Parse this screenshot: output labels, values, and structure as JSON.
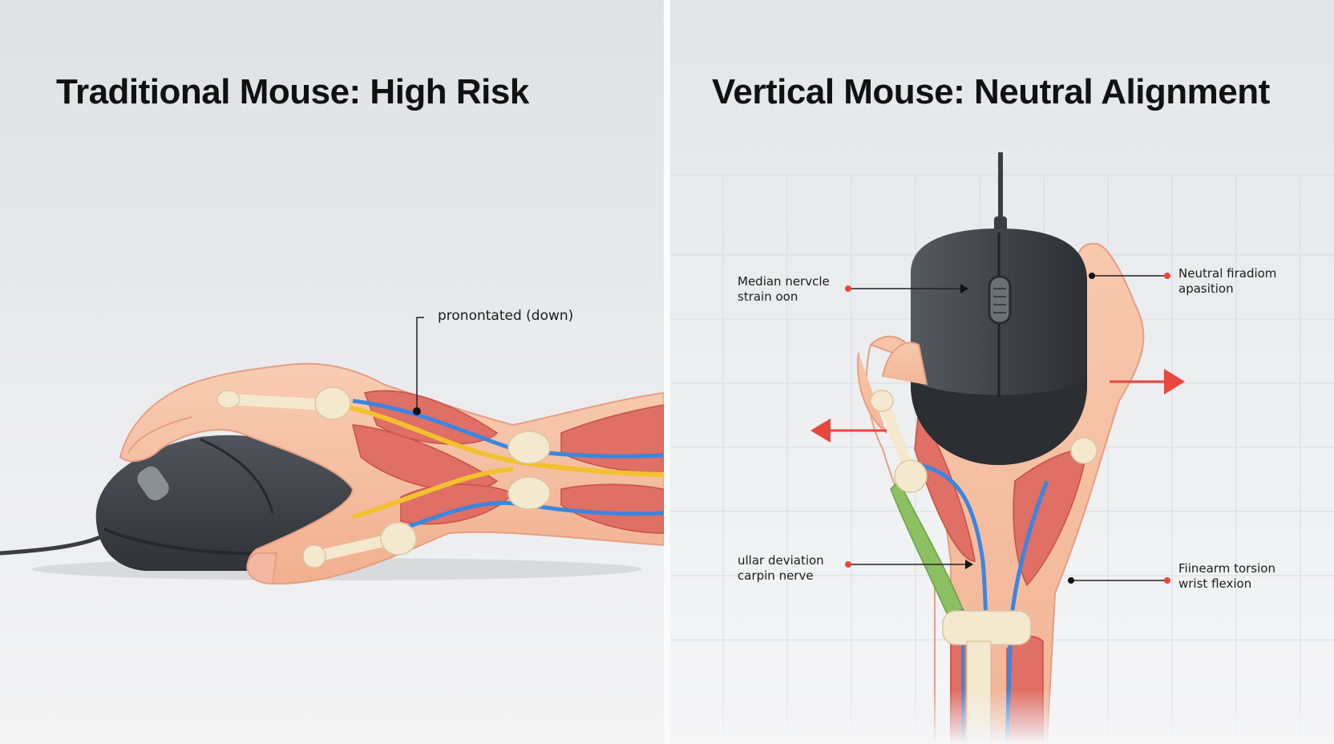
{
  "left_panel": {
    "title": "Traditional Mouse: High Risk",
    "label": "pronontated (down)"
  },
  "right_panel": {
    "title": "Vertical Mouse: Neutral Alignment",
    "labels": {
      "median_nerve": [
        "Median nervcle",
        "strain oon"
      ],
      "neutral_forearm": [
        "Neutral firadiom",
        "apasition"
      ],
      "ulnar_deviation": [
        "ullar deviation",
        "carpin nerve"
      ],
      "forearm_torsion": [
        "Fiinearm torsion",
        "wrist flexion"
      ]
    }
  },
  "colors": {
    "muscle": "#e06f65",
    "nerve_blue": "#3b86e0",
    "nerve_yellow": "#f2c12e",
    "bone": "#f4e9cf",
    "skin": "#f6c1a4",
    "mouse": "#3d4046",
    "arrow": "#e8473e",
    "tendon_green": "#8cc063"
  },
  "icons": [
    "mouse-icon",
    "hand-illustration",
    "arrow-left-icon",
    "arrow-right-icon"
  ]
}
